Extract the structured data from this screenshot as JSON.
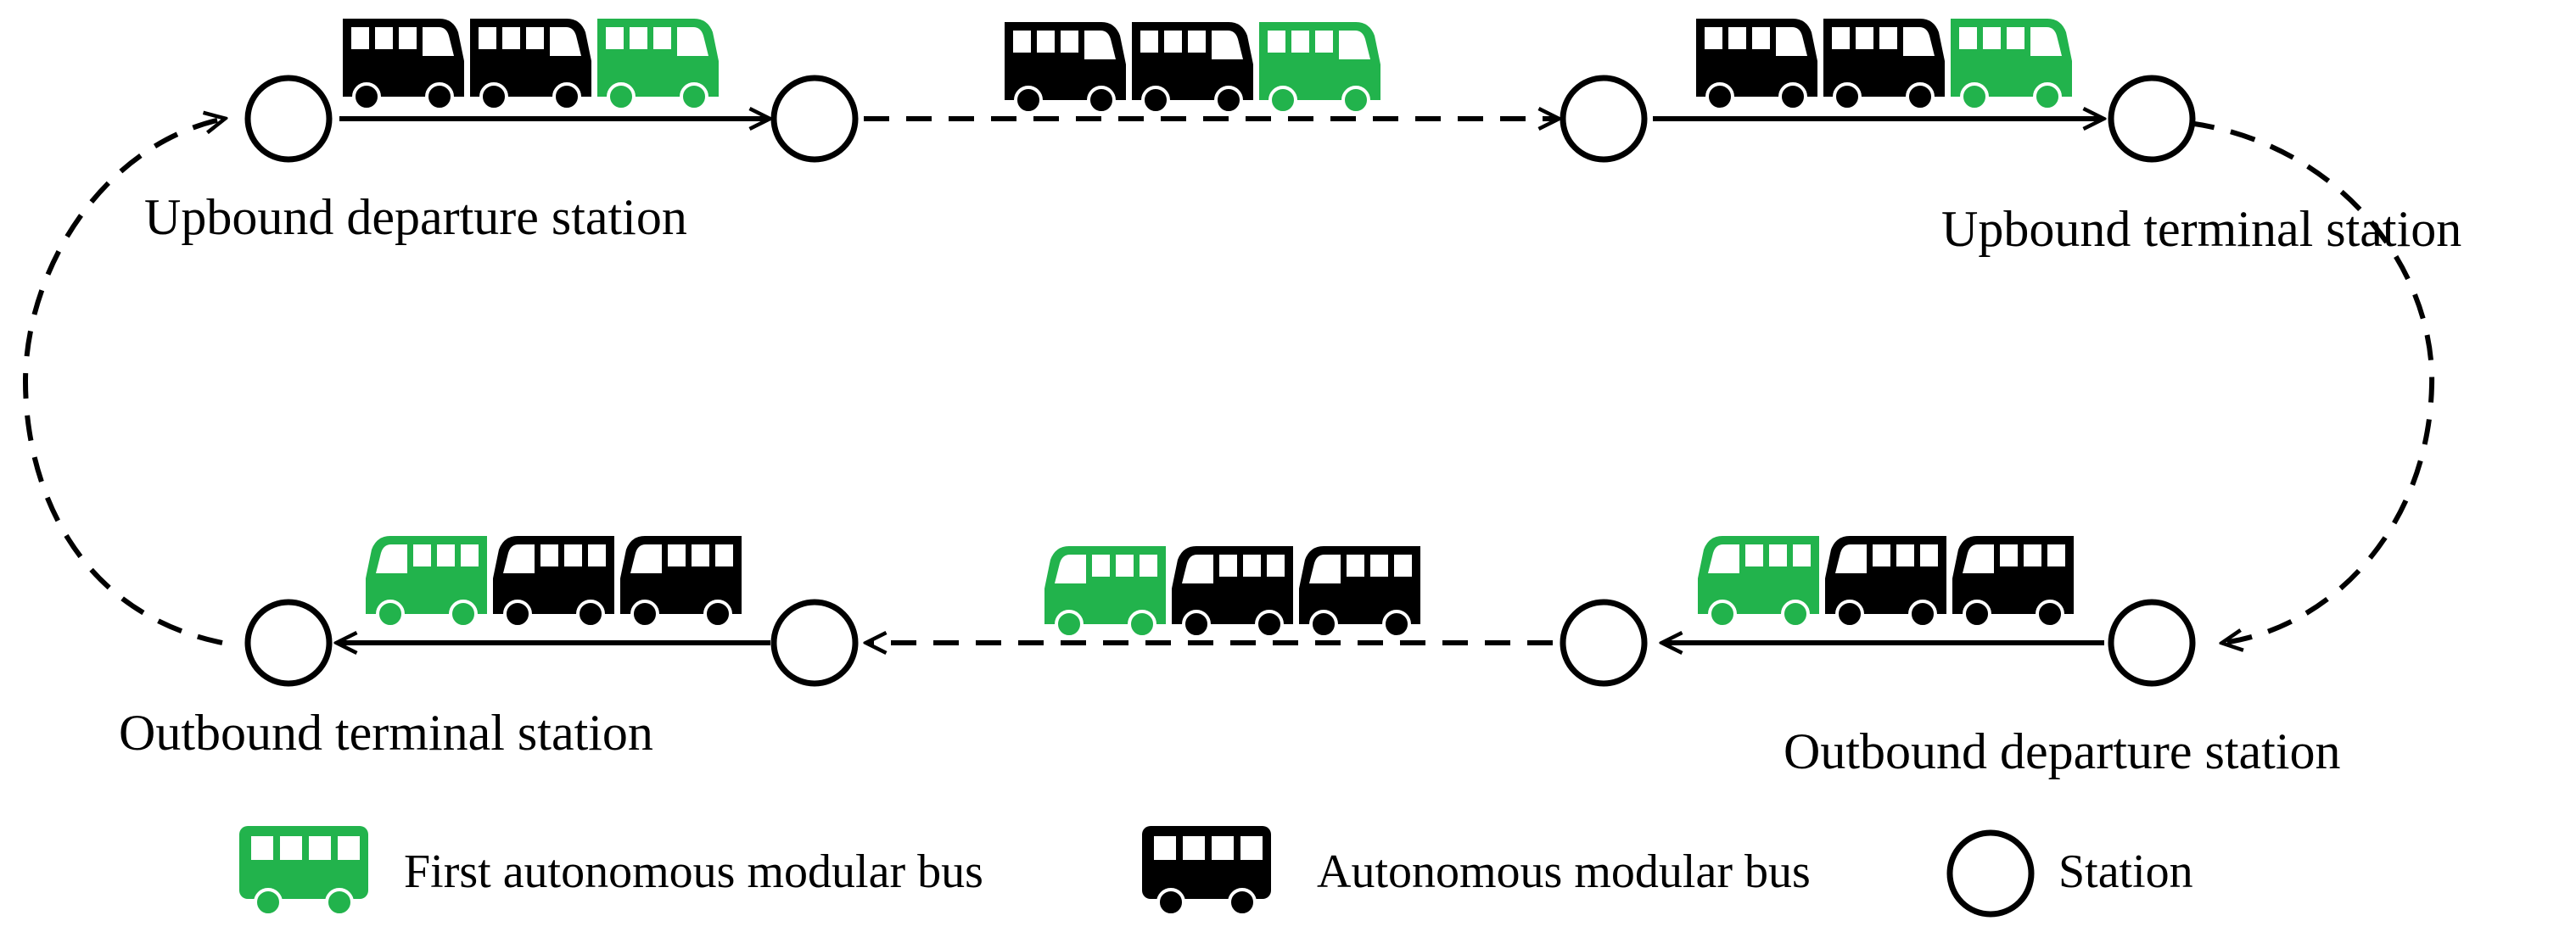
{
  "colors": {
    "first_bus": "#22b34c",
    "bus": "#000000",
    "line": "#000000",
    "background": "#ffffff"
  },
  "stations": {
    "upbound_departure": "Upbound departure station",
    "upbound_terminal": "Upbound terminal station",
    "outbound_terminal": "Outbound terminal station",
    "outbound_departure": "Outbound departure station"
  },
  "legend": {
    "first_bus": {
      "icon": "bus-icon",
      "label": "First autonomous modular bus"
    },
    "bus": {
      "icon": "bus-icon",
      "label": "Autonomous modular bus"
    },
    "station": {
      "icon": "circle-icon",
      "label": "Station"
    }
  }
}
